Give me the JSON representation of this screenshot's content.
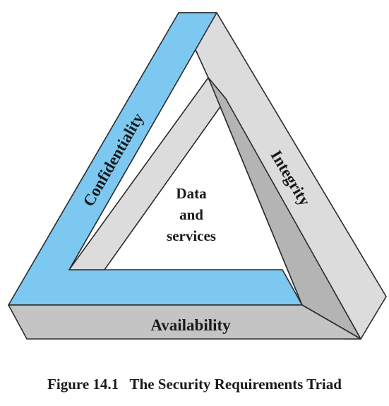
{
  "diagram": {
    "sides": {
      "left": "Confidentiality",
      "right": "Integrity",
      "bottom": "Availability"
    },
    "center": [
      "Data",
      "and",
      "services"
    ],
    "colors": {
      "confidentiality": "#7cc8f0",
      "light_face": "#dcdcdc",
      "dark_face": "#b4b4b4",
      "bottom_face": "#c4c4c4",
      "outline": "#2a2a2a"
    }
  },
  "caption": {
    "number": "Figure 14.1",
    "title": "The Security Requirements Triad"
  }
}
